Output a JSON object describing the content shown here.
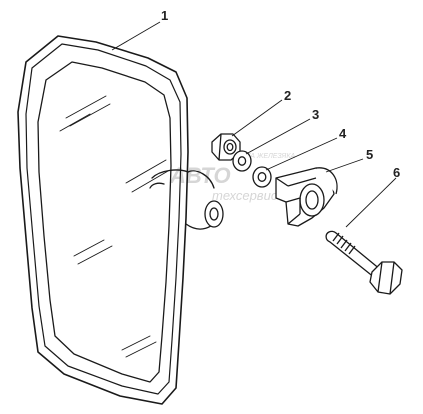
{
  "callouts": [
    {
      "id": "1",
      "label": "1"
    },
    {
      "id": "2",
      "label": "2"
    },
    {
      "id": "3",
      "label": "3"
    },
    {
      "id": "4",
      "label": "4"
    },
    {
      "id": "5",
      "label": "5"
    },
    {
      "id": "6",
      "label": "6"
    }
  ],
  "watermark": {
    "line1": "АВТО",
    "line2": "техсервис",
    "small": "ПЛАНЕТА ЖЕЛЕЗЯКА"
  },
  "colors": {
    "line": "#1a1a1a",
    "watermark": "#b5b5b5",
    "background": "#ffffff"
  }
}
